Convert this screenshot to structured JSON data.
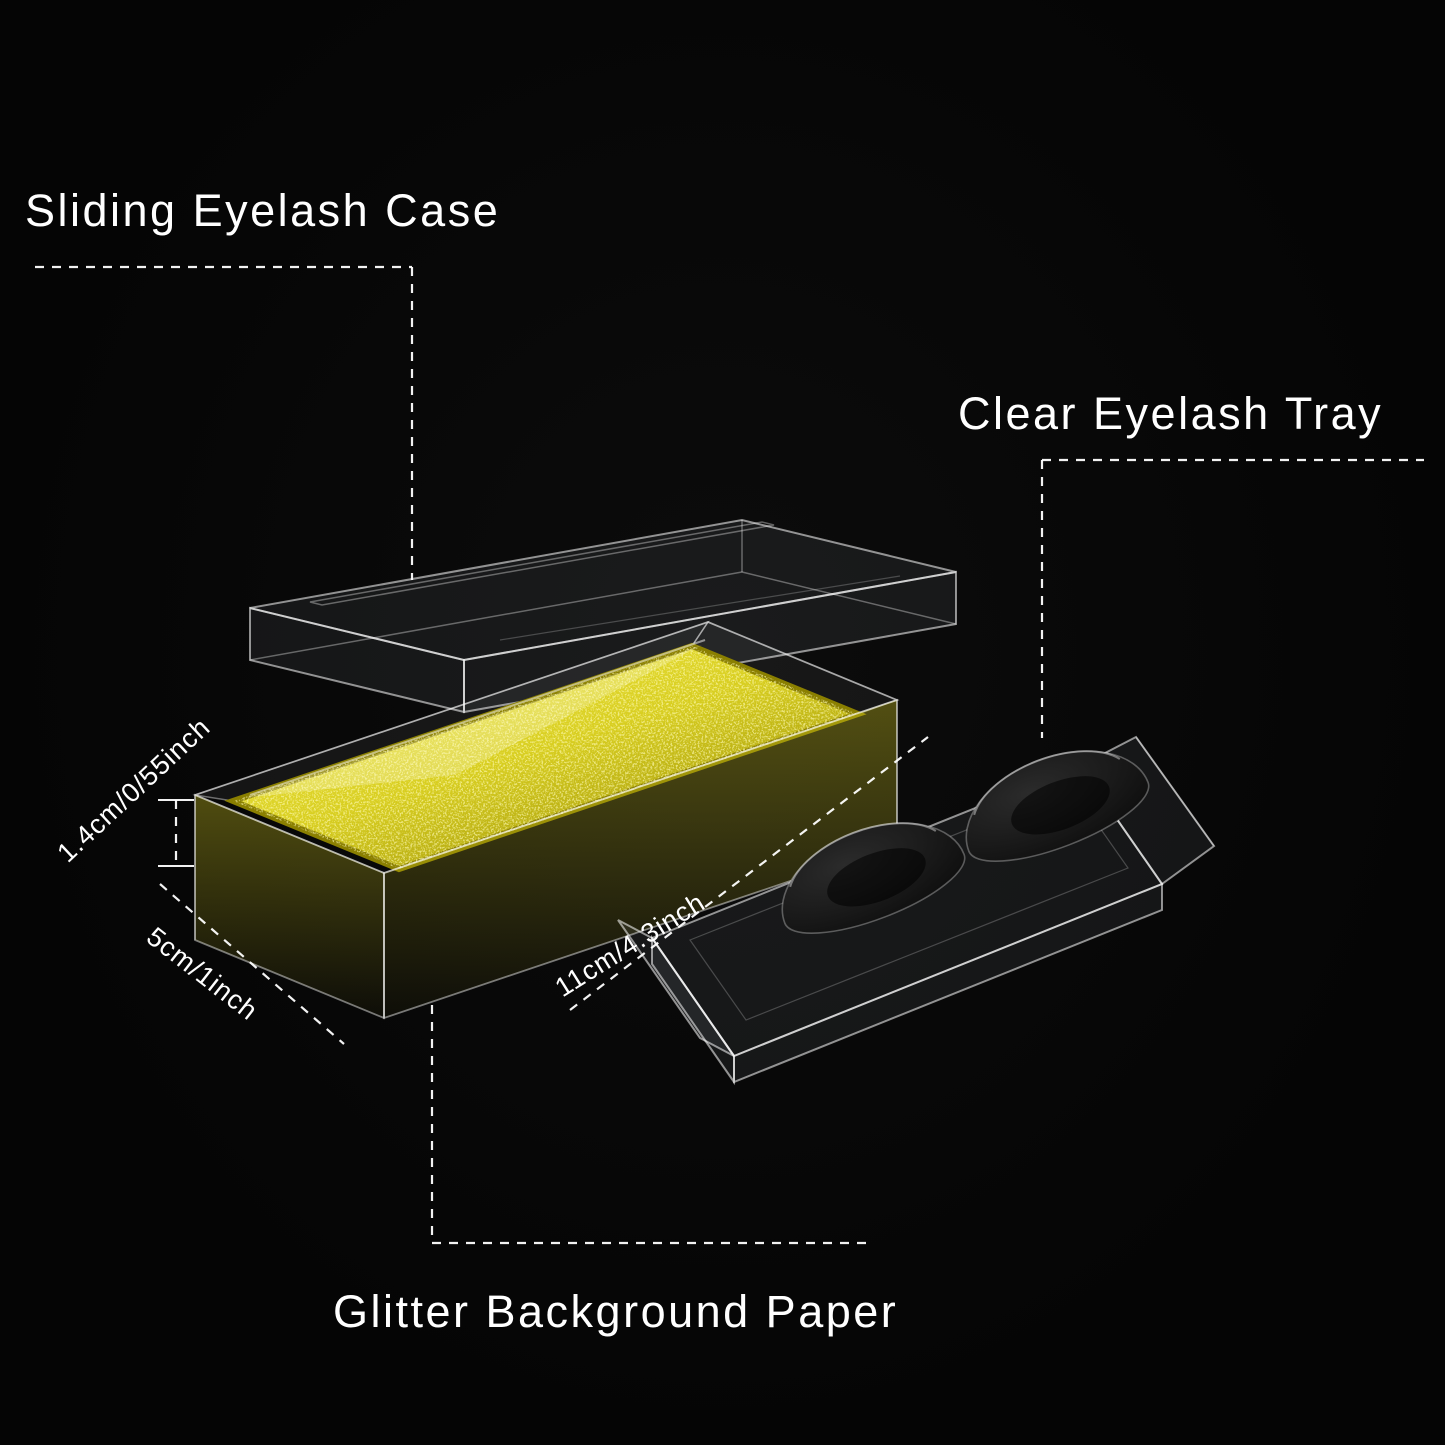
{
  "scene": {
    "labels": {
      "sliding_case": "Sliding Eyelash Case",
      "clear_tray": "Clear Eyelash Tray",
      "glitter_paper": "Glitter Background Paper"
    },
    "dimensions": {
      "case_height": "1.4cm/0/55inch",
      "case_width": "5cm/1inch",
      "case_length": "11cm/4.3inch"
    }
  },
  "colors": {
    "background": "#050505",
    "text": "#ffffff",
    "glitter-light": "#f4ec4c",
    "glitter": "#d8ce20",
    "glitter-dark": "#8a7f00"
  }
}
